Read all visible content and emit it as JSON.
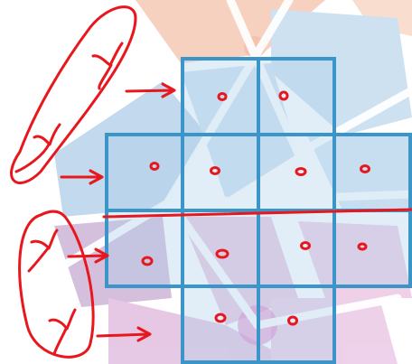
{
  "colors": {
    "grid_stroke": "#3b95c9",
    "grid_fill": "#a9cfe8",
    "ink": "#e8171d",
    "segment_orange": "#f6c9b6",
    "segment_blue": "#c6dcee",
    "segment_pink": "#e9c2e0",
    "segment_purple": "#cdb5d8"
  },
  "grid": {
    "rows": 4,
    "cols": 4,
    "cells": [
      [
        false,
        true,
        true,
        false
      ],
      [
        true,
        true,
        true,
        true
      ],
      [
        true,
        true,
        true,
        true
      ],
      [
        false,
        true,
        true,
        false
      ]
    ]
  },
  "annotations": {
    "row_groups": 2,
    "glyph_count": 4,
    "arrow_count": 4,
    "dots_per_row": [
      2,
      4,
      4,
      2
    ]
  }
}
